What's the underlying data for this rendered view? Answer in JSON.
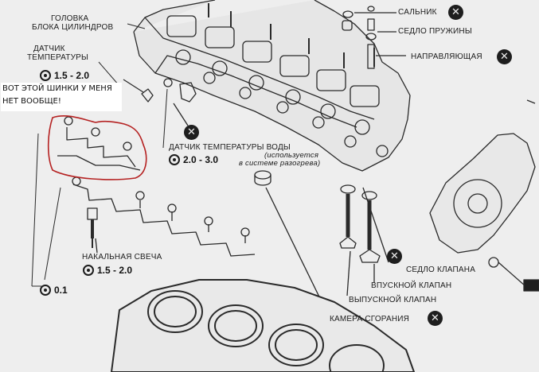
{
  "labels": {
    "head": [
      "ГОЛОВКА",
      "БЛОКА ЦИЛИНДРОВ"
    ],
    "temp_sensor": [
      "ДАТЧИК",
      "ТЕМПЕРАТУРЫ"
    ],
    "oil_seal": "САЛЬНИК",
    "spring_seat": "СЕДЛО ПРУЖИНЫ",
    "guide": "НАПРАВЛЯЮЩАЯ",
    "water_temp_sensor": "ДАТЧИК ТЕМПЕРАТУРЫ ВОДЫ",
    "water_temp_note": [
      "(используется",
      "в системе разогрева)"
    ],
    "valve_seat": "СЕДЛО КЛАПАНА",
    "intake_valve": "ВПУСКНОЙ КЛАПАН",
    "exhaust_valve": "ВЫПУСКНОЙ КЛАПАН",
    "combustion_chamber": "КАМЕРА СГОРАНИЯ",
    "glow_plug": "НАКАЛЬНАЯ СВЕЧА"
  },
  "torques": {
    "temp_sensor": "1.5 - 2.0",
    "water_temp_sensor": "2.0 - 3.0",
    "glow_plug": "1.5 - 2.0",
    "busbar_nut": "0.1"
  },
  "annotation": {
    "line1": "ВОТ ЭТОЙ ШИНКИ У МЕНЯ",
    "line2": "НЕТ ВООБЩЕ!",
    "color": "#b52222"
  },
  "icons": {
    "replace_part": "circle-x-icon",
    "torque_wrench": "wrench-icon"
  }
}
